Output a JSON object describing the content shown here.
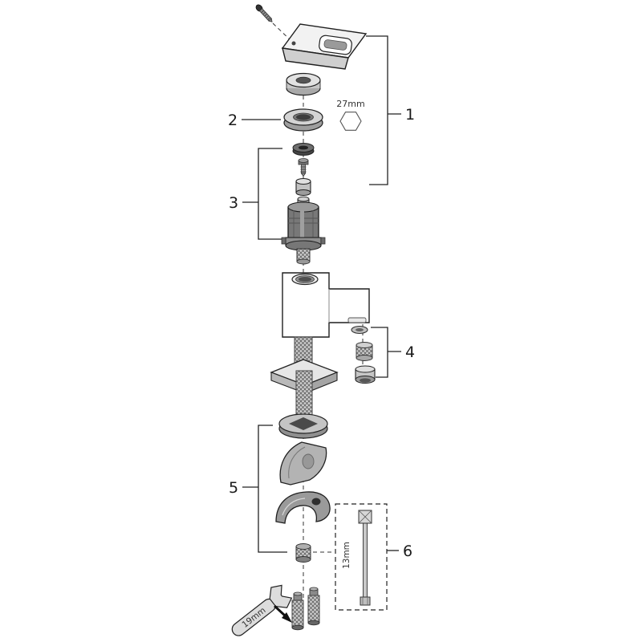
{
  "diagram": {
    "callouts": {
      "c1": "1",
      "c2": "2",
      "c3": "3",
      "c4": "4",
      "c5": "5",
      "c6": "6"
    },
    "dimensions": {
      "cap_nut_hex": "27mm",
      "socket_tool": "13mm",
      "open_end_wrench": "19mm"
    }
  }
}
